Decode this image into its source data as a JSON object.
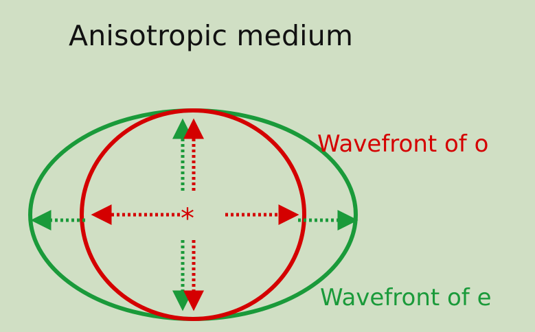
{
  "title": "Anisotropic medium",
  "labels": {
    "o_wavefront": "Wavefront of o",
    "e_wavefront": "Wavefront of e"
  },
  "source_symbol": "*",
  "colors": {
    "background": "#d0dfc4",
    "o_wave": "#d40000",
    "e_wave": "#1a9a3a",
    "title_text": "#111111"
  }
}
